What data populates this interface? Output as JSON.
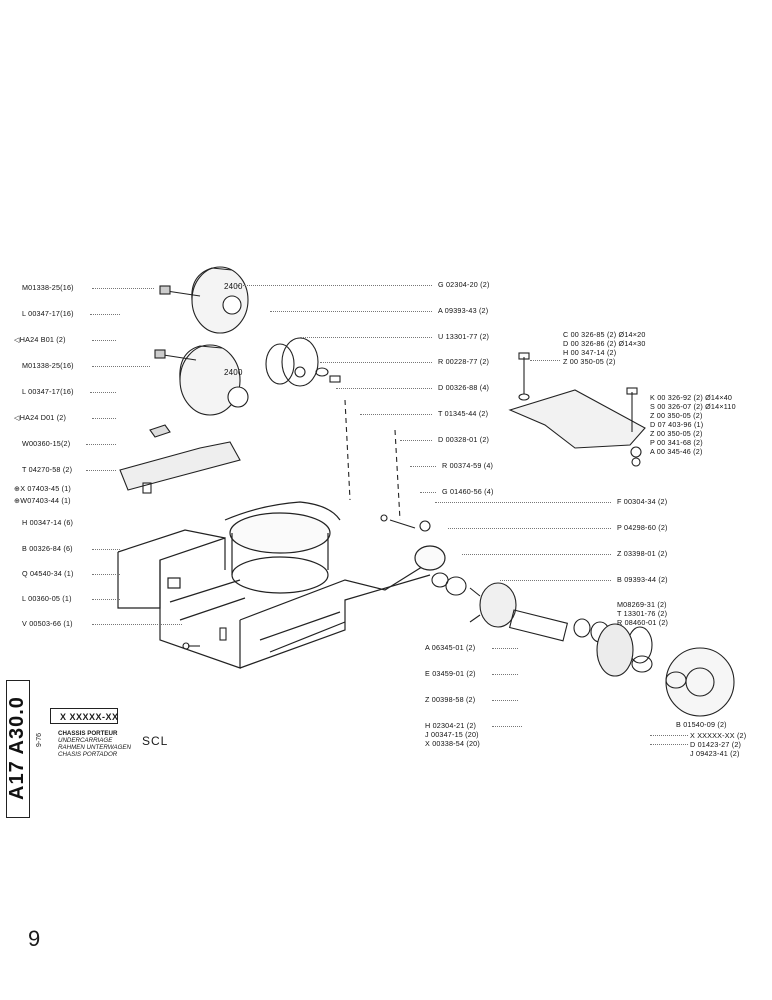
{
  "left_labels": [
    "M01338-25(16)",
    "L 00347-17(16)",
    "HA24 B01 (2)",
    "M01338-25(16)",
    "L 00347-17(16)",
    "HA24 D01 (2)",
    "W00360-15(2)",
    "T 04270-58 (2)",
    "X 07403-45 (1)",
    "W07403-44 (1)",
    "H 00347-14 (6)",
    "B 00326-84 (6)",
    "Q 04540-34 (1)",
    "L 00360-05 (1)",
    "V 00503-66 (1)"
  ],
  "mid_labels": [
    "G 02304-20 (2)",
    "A 09393-43 (2)",
    "U 13301-77 (2)",
    "R 00228-77 (2)",
    "D 00326-88 (4)",
    "T 01345-44 (2)",
    "D 00328-01 (2)",
    "R 00374-59 (4)",
    "G 01460-56 (4)"
  ],
  "right_top_labels": [
    "C 00 326-85 (2) Ø14×20",
    "D 00 326-86 (2) Ø14×30",
    "H 00 347-14 (2)",
    "Z 00 350-05 (2)"
  ],
  "right_mid_labels": [
    "K 00 326-92 (2) Ø14×40",
    "S 00 326-07 (2) Ø14×110",
    "Z 00 350-05 (2)",
    "D 07 403-96 (1)",
    "Z 00 350-05 (2)",
    "P 00 341-68 (2)",
    "A 00 345-46 (2)"
  ],
  "right_lower_labels": [
    "F 00304-34 (2)",
    "P 04298-60 (2)",
    "Z 03398-01 (2)",
    "B 09393-44 (2)",
    "M08269-31 (2)",
    "T 13301-76 (2)",
    "R 08460-01 (2)"
  ],
  "bottom_mid_labels": [
    "A 06345-01 (2)",
    "E 03459-01 (2)",
    "Z 00398-58 (2)",
    "H 02304-21 (2)",
    "J 00347-15 (20)",
    "X 00338-54 (20)"
  ],
  "bottom_right_labels": [
    "B 01540-09 (2)",
    "X XXXXX-XX (2)",
    "D 01423-27 (2)",
    "J 09423-41 (2)"
  ],
  "part_marks": [
    "2400",
    "2400"
  ],
  "title_block": {
    "side_code": "A17 A30.0",
    "side_small": "9-76",
    "ref": "X XXXXX-XX",
    "title_fr": "CHASSIS PORTEUR",
    "title_en": "UNDERCARRIAGE",
    "title_de": "RAHMEN UNTERWAGEN",
    "title_es": "CHASIS PORTADOR",
    "model": "SCL"
  },
  "page_number": "9"
}
